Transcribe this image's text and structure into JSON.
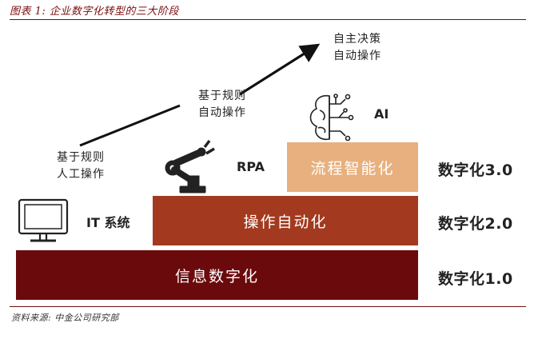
{
  "title": "图表 1:  企业数字化转型的三大阶段",
  "bars": {
    "bottom": {
      "label": "信息数字化",
      "color": "#6b0a0c"
    },
    "middle": {
      "label": "操作自动化",
      "color": "#a33a1f"
    },
    "top": {
      "label": "流程智能化",
      "color": "#e8b07e"
    }
  },
  "levels": [
    "数字化3.0",
    "数字化2.0",
    "数字化1.0"
  ],
  "tools": {
    "it": "IT 系统",
    "rpa": "RPA",
    "ai": "AI"
  },
  "stages": {
    "s1_line1": "基于规则",
    "s1_line2": "人工操作",
    "s2_line1": "基于规则",
    "s2_line2": "自动操作",
    "s3_line1": "自主决策",
    "s3_line2": "自动操作"
  },
  "source": "资料来源:  中金公司研究部"
}
